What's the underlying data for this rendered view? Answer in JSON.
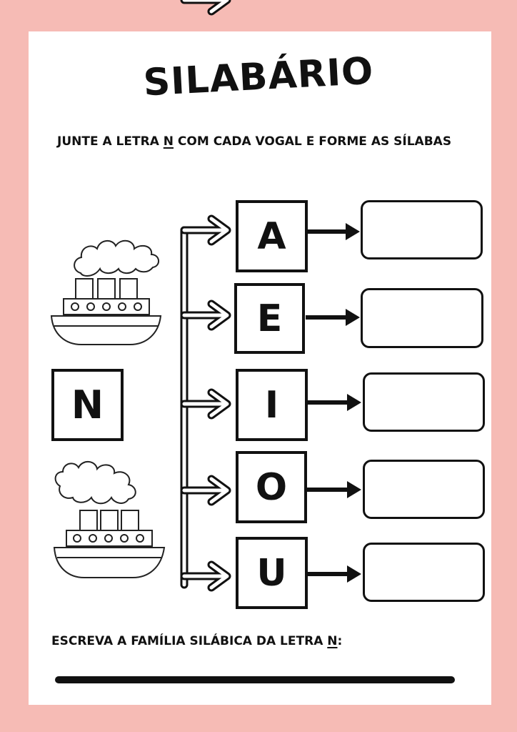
{
  "title": "SILABÁRIO",
  "instruction": {
    "before": "JUNTE A LETRA ",
    "letter": "N",
    "after": " COM CADA VOGAL E FORME AS SÍLABAS"
  },
  "consonant": "N",
  "vowels": [
    "A",
    "E",
    "I",
    "O",
    "U"
  ],
  "footer": {
    "before": "ESCREVA A FAMÍLIA SILÁBICA DA LETRA ",
    "letter": "N",
    "after": ":"
  },
  "colors": {
    "border": "#f6bbb5",
    "ink": "#111111",
    "paper": "#ffffff"
  },
  "icons": [
    "steamship-icon",
    "steamship-icon"
  ]
}
